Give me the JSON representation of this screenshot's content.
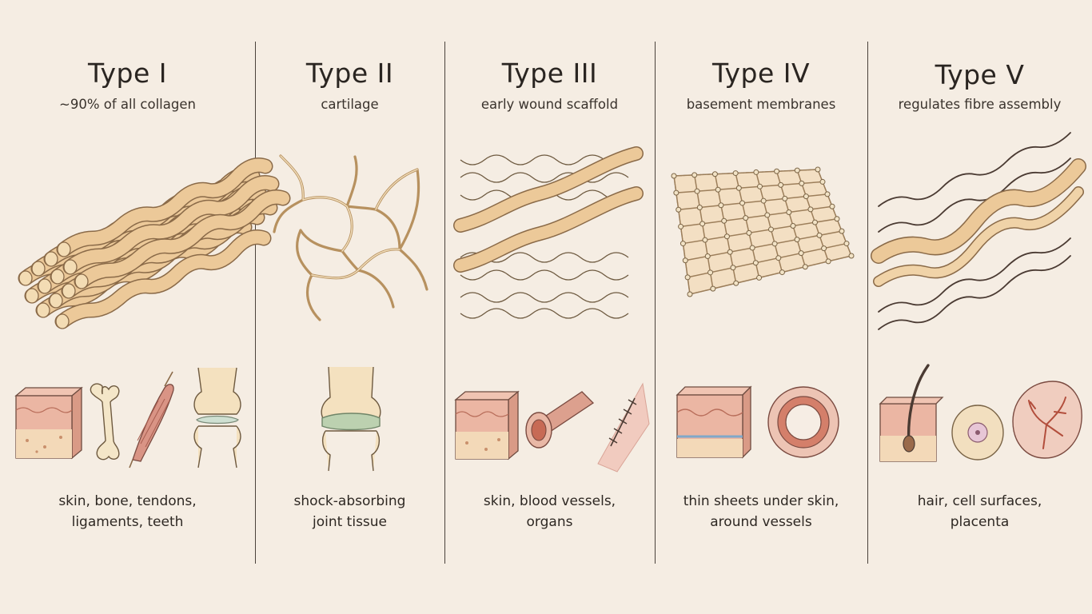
{
  "columns": [
    {
      "title": "Type I",
      "subtitle": "~90% of all collagen",
      "desc": [
        "skin, bone, tendons,",
        "ligaments, teeth"
      ],
      "icons": [
        "skin-block-icon",
        "bone-icon",
        "muscle-tendon-icon",
        "knee-joint-icon"
      ]
    },
    {
      "title": "Type II",
      "subtitle": "cartilage",
      "desc": [
        "shock-absorbing",
        "joint tissue"
      ],
      "icons": [
        "knee-joint-icon"
      ]
    },
    {
      "title": "Type III",
      "subtitle": "early wound scaffold",
      "desc": [
        "skin, blood vessels,",
        "organs"
      ],
      "icons": [
        "skin-block-icon",
        "blood-vessel-icon",
        "stitched-wound-icon"
      ]
    },
    {
      "title": "Type IV",
      "subtitle": "basement membranes",
      "desc": [
        "thin sheets under skin,",
        "around vessels"
      ],
      "icons": [
        "skin-block-icon",
        "vessel-cross-section-icon"
      ]
    },
    {
      "title": "Type V",
      "subtitle": "regulates fibre assembly",
      "desc": [
        "hair, cell surfaces,",
        "placenta"
      ],
      "icons": [
        "hair-follicle-icon",
        "cell-icon",
        "placenta-icon"
      ]
    }
  ],
  "colors": {
    "background": "#f5ede3",
    "fibre": "#ecc999",
    "fibre_outline": "#8a6a48",
    "skin": "#e8b0a0",
    "cartilage": "#a9c29b",
    "vessel": "#d98c7a"
  }
}
